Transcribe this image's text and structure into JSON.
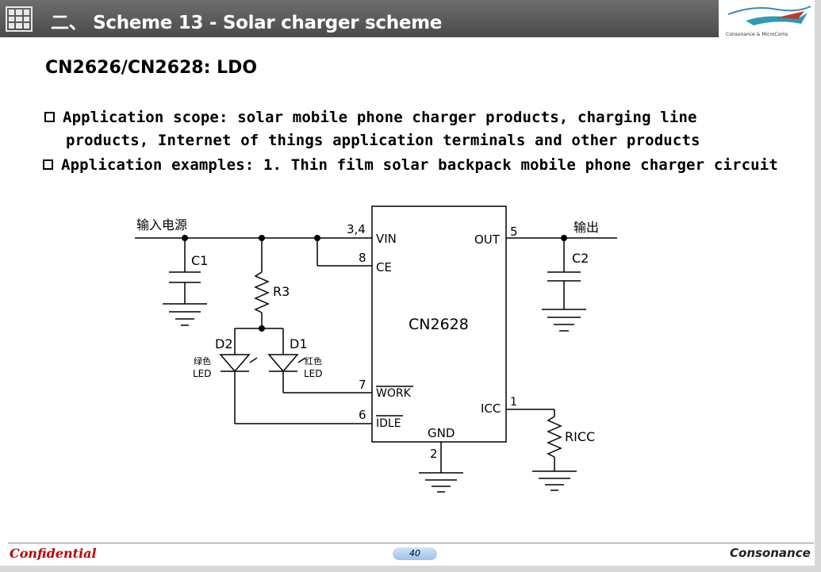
{
  "header": {
    "title": "二、 Scheme 13 - Solar charger scheme",
    "logo_text": "Consonance & MicroComs"
  },
  "subtitle": "CN2626/CN2628: LDO",
  "bullets": [
    "Application scope: solar mobile phone charger products, charging line",
    "products, Internet of things application terminals and other products",
    "Application examples: 1. Thin film solar backpack mobile phone charger circuit"
  ],
  "circuit": {
    "input_label": "输入电源",
    "output_label": "输出",
    "chip_name": "CN2628",
    "c1": "C1",
    "c2": "C2",
    "r3": "R3",
    "d1": "D1",
    "d2": "D2",
    "d1_text_1": "红色",
    "d1_text_2": "LED",
    "d2_text_1": "绿色",
    "d2_text_2": "LED",
    "ricc": "RICC",
    "pins": {
      "vin_num": "3,4",
      "vin": "VIN",
      "ce_num": "8",
      "ce": "CE",
      "work_num": "7",
      "work": "WORK",
      "idle_num": "6",
      "idle": "IDLE",
      "out_num": "5",
      "out": "OUT",
      "icc_num": "1",
      "icc": "ICC",
      "gnd": "GND",
      "gnd_num": "2"
    }
  },
  "footer": {
    "confidential": "Confidential",
    "page": "40",
    "brand": "Consonance"
  },
  "colors": {
    "header_bg": "#5a5a5a",
    "confidential": "#c00000"
  }
}
